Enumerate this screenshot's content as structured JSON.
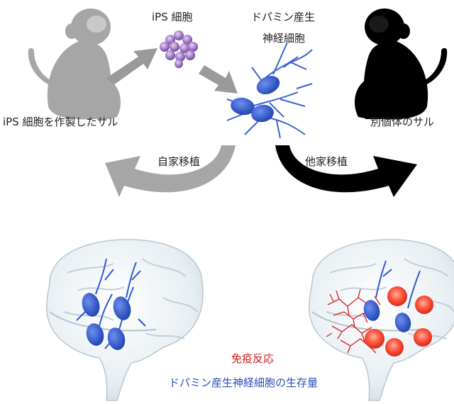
{
  "top": {
    "ips_cells_label": "iPS 細胞",
    "dopamine_label_line1": "ドパミン産生",
    "dopamine_label_line2": "神経細胞",
    "source_monkey_label": "iPS 細胞を作製したサル",
    "other_monkey_label": "別個体のサル",
    "autologous_label": "自家移植",
    "allogeneic_label": "他家移植"
  },
  "legend": {
    "immune_response": "免疫反応",
    "dopamine_survival": "ドパミン産生神経細胞の生存量"
  },
  "colors": {
    "source_monkey": "#a6a6a6",
    "other_monkey": "#000000",
    "ips_cells": "#8b5fb0",
    "neurons": "#3a64d0",
    "immune_red": "#d42020",
    "survival_blue": "#2c4fb8"
  }
}
